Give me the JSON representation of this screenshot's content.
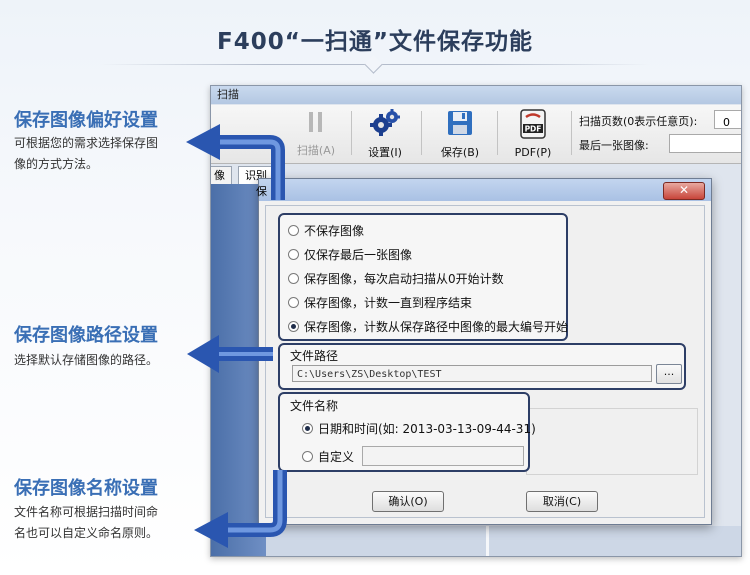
{
  "headline": "F400“一扫通”文件保存功能",
  "features": [
    {
      "title": "保存图像偏好设置",
      "desc_lines": [
        "可根据您的需求选择保存图",
        "像的方式方法。"
      ]
    },
    {
      "title": "保存图像路径设置",
      "desc_lines": [
        "选择默认存储图像的路径。"
      ]
    },
    {
      "title": "保存图像名称设置",
      "desc_lines": [
        "文件名称可根据扫描时间命",
        "名也可以自定义命名原则。"
      ]
    }
  ],
  "app": {
    "title": "扫描",
    "toolbar": {
      "scan_label": "扫描(A)",
      "settings_label": "设置(I)",
      "save_label": "保存(B)",
      "pdf_label": "PDF(P)",
      "pdf_icon_text": "PDF"
    },
    "scan_count_label": "扫描页数(0表示任意页):",
    "scan_count_value": "0",
    "last_image_label": "最后一张图像:",
    "tabs": [
      "像",
      "识别"
    ]
  },
  "dialog": {
    "title_fragment": "保",
    "close_label": "✕",
    "save_mode_options": [
      {
        "label": "不保存图像",
        "checked": false
      },
      {
        "label": "仅保存最后一张图像",
        "checked": false
      },
      {
        "label": "保存图像，每次启动扫描从0开始计数",
        "checked": false
      },
      {
        "label": "保存图像，计数一直到程序结束",
        "checked": false
      },
      {
        "label": "保存图像，计数从保存路径中图像的最大编号开始",
        "checked": true
      }
    ],
    "path_group_title": "文件路径",
    "path_value": "C:\\Users\\ZS\\Desktop\\TEST",
    "browse_label": "...",
    "name_group_title": "文件名称",
    "name_options": [
      {
        "label": "日期和时间(如: 2013-03-13-09-44-31)",
        "checked": true
      },
      {
        "label": "自定义",
        "checked": false
      }
    ],
    "custom_name_value": "",
    "ok_label": "确认(O)",
    "cancel_label": "取消(C)"
  },
  "colors": {
    "feature_title": "#3a6fb5",
    "arrow": "#3565c0",
    "group_border": "#2d3e66"
  }
}
